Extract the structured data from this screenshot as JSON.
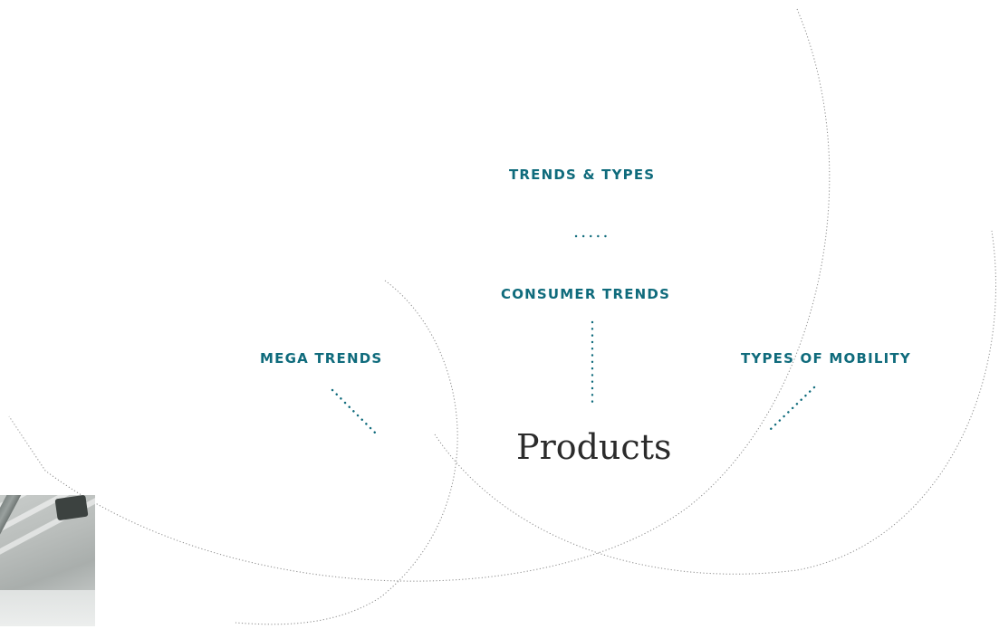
{
  "diagram": {
    "labels": {
      "trends_types": "TRENDS & TYPES",
      "consumer_trends": "CONSUMER TRENDS",
      "mega_trends": "MEGA TRENDS",
      "types_of_mobility": "TYPES OF MOBILITY"
    },
    "center_title": "Products"
  },
  "colors": {
    "accent": "#0f6b7c",
    "title": "#2b2b2b",
    "arc": "#8a8a8a"
  }
}
